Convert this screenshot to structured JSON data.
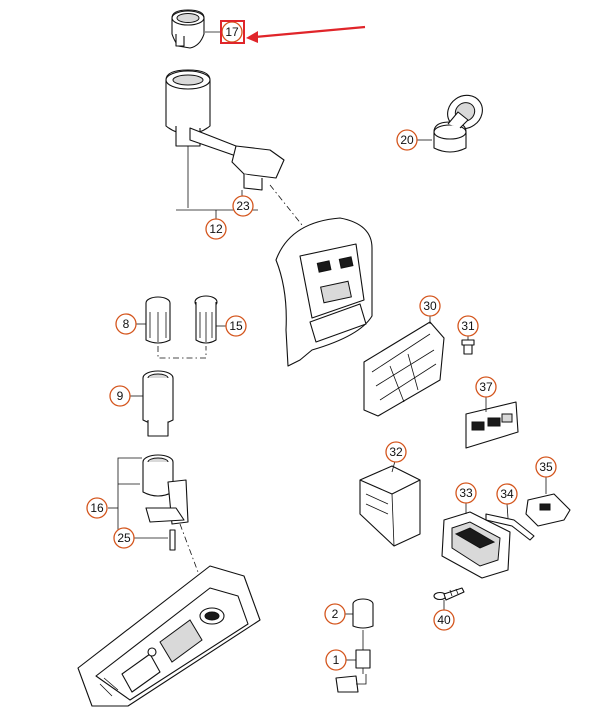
{
  "diagram": {
    "callouts": {
      "c17": "17",
      "c20": "20",
      "c23": "23",
      "c12": "12",
      "c8": "8",
      "c15": "15",
      "c9": "9",
      "c30": "30",
      "c31": "31",
      "c37": "37",
      "c32": "32",
      "c16": "16",
      "c25": "25",
      "c33": "33",
      "c34": "34",
      "c35": "35",
      "c2": "2",
      "c40": "40",
      "c1": "1"
    },
    "colors": {
      "callout_ring": "#d4561e",
      "highlight": "#e0252a",
      "line": "#111111"
    }
  }
}
